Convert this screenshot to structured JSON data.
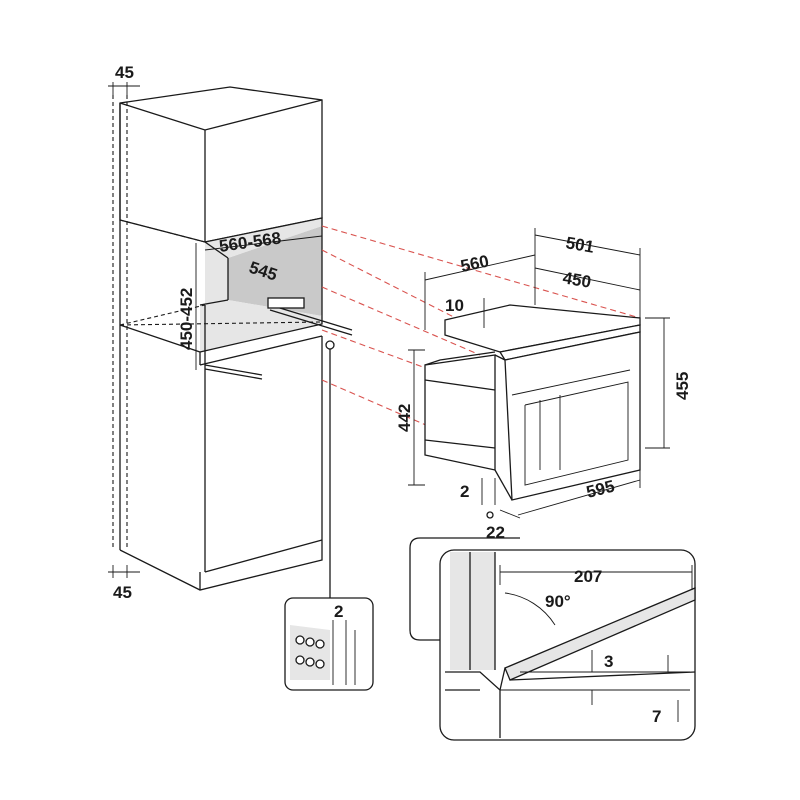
{
  "dimensions": {
    "panel_top": "45",
    "panel_bottom": "45",
    "niche_width": "560-568",
    "niche_depth": "545",
    "niche_height": "450-452",
    "appliance_width_top": "501",
    "appliance_depth": "560",
    "appliance_inner_depth": "450",
    "top_gap": "10",
    "body_height": "442",
    "front_height": "455",
    "front_width": "595",
    "bottom_gap": "2",
    "front_offset": "22",
    "detail_gap": "2",
    "door_length": "207",
    "door_angle": "90°",
    "door_gap_top": "3",
    "door_gap_bottom": "7"
  }
}
